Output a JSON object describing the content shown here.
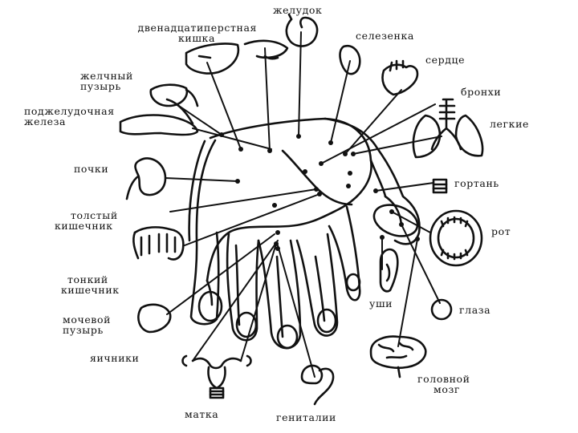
{
  "labels": {
    "stomach": "желудок",
    "duodenum": [
      "двенадцатиперстная",
      "кишка"
    ],
    "spleen": "селезенка",
    "heart": "сердце",
    "gallbladder": [
      "желчный",
      "пузырь"
    ],
    "bronchi": "бронхи",
    "pancreas": [
      "поджелудочная",
      "железа"
    ],
    "lungs": "легкие",
    "kidneys": "почки",
    "larynx": "гортань",
    "large_intestine": [
      "толстый",
      "кишечник"
    ],
    "mouth": "рот",
    "small_intestine": [
      "тонкий",
      "кишечник"
    ],
    "ears": "уши",
    "bladder": [
      "мочевой",
      "пузырь"
    ],
    "eyes": "глаза",
    "ovaries": "яичники",
    "brain": [
      "головной",
      "мозг"
    ],
    "uterus": "матка",
    "genitals": "гениталии"
  },
  "colors": {
    "ink": "#111111",
    "background": "#ffffff"
  }
}
